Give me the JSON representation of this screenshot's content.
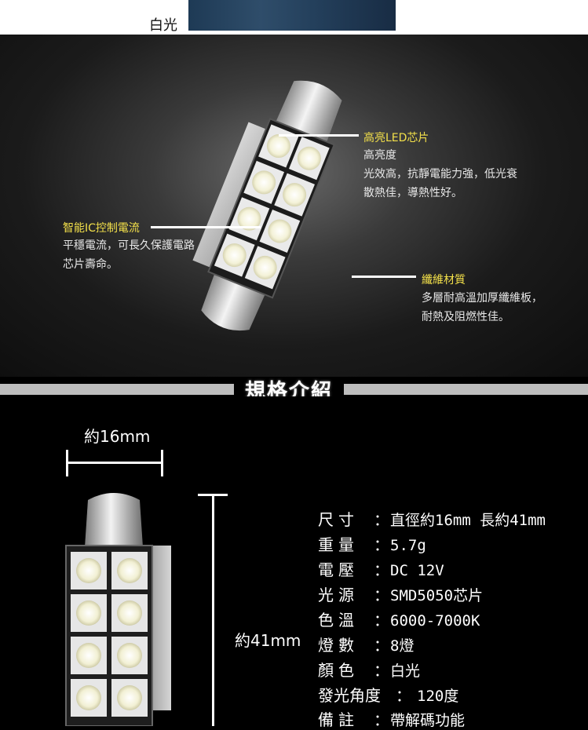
{
  "top": {
    "label": "白光"
  },
  "features": {
    "led_chip": {
      "title": "高亮LED芯片",
      "lines": [
        "高亮度",
        "光效高，抗靜電能力強，低光衰",
        "散熱佳，導熱性好。"
      ]
    },
    "ic": {
      "title": "智能IC控制電流",
      "lines": [
        "平穩電流，可長久保護電路",
        "芯片壽命。"
      ]
    },
    "fiber": {
      "title": "纖維材質",
      "lines": [
        "多層耐高溫加厚纖維板，",
        "耐熱及阻燃性佳。"
      ]
    }
  },
  "section": {
    "title": "規格介紹"
  },
  "dimensions": {
    "width": "約16mm",
    "length": "約41mm"
  },
  "specs": [
    {
      "key": "尺寸",
      "sep": "：",
      "value": "直徑約16mm 長約41mm"
    },
    {
      "key": "重量",
      "sep": "：",
      "value": "5.7g"
    },
    {
      "key": "電壓",
      "sep": "：",
      "value": "DC 12V"
    },
    {
      "key": "光源",
      "sep": "：",
      "value": "SMD5050芯片"
    },
    {
      "key": "色溫",
      "sep": "：",
      "value": "6000-7000K"
    },
    {
      "key": "燈數",
      "sep": "：",
      "value": "8燈"
    },
    {
      "key": "顏色",
      "sep": "：",
      "value": "白光"
    },
    {
      "key": "發光角度",
      "sep": "：",
      "value": "120度"
    },
    {
      "key": "備註",
      "sep": "：",
      "value": "帶解碼功能"
    }
  ]
}
